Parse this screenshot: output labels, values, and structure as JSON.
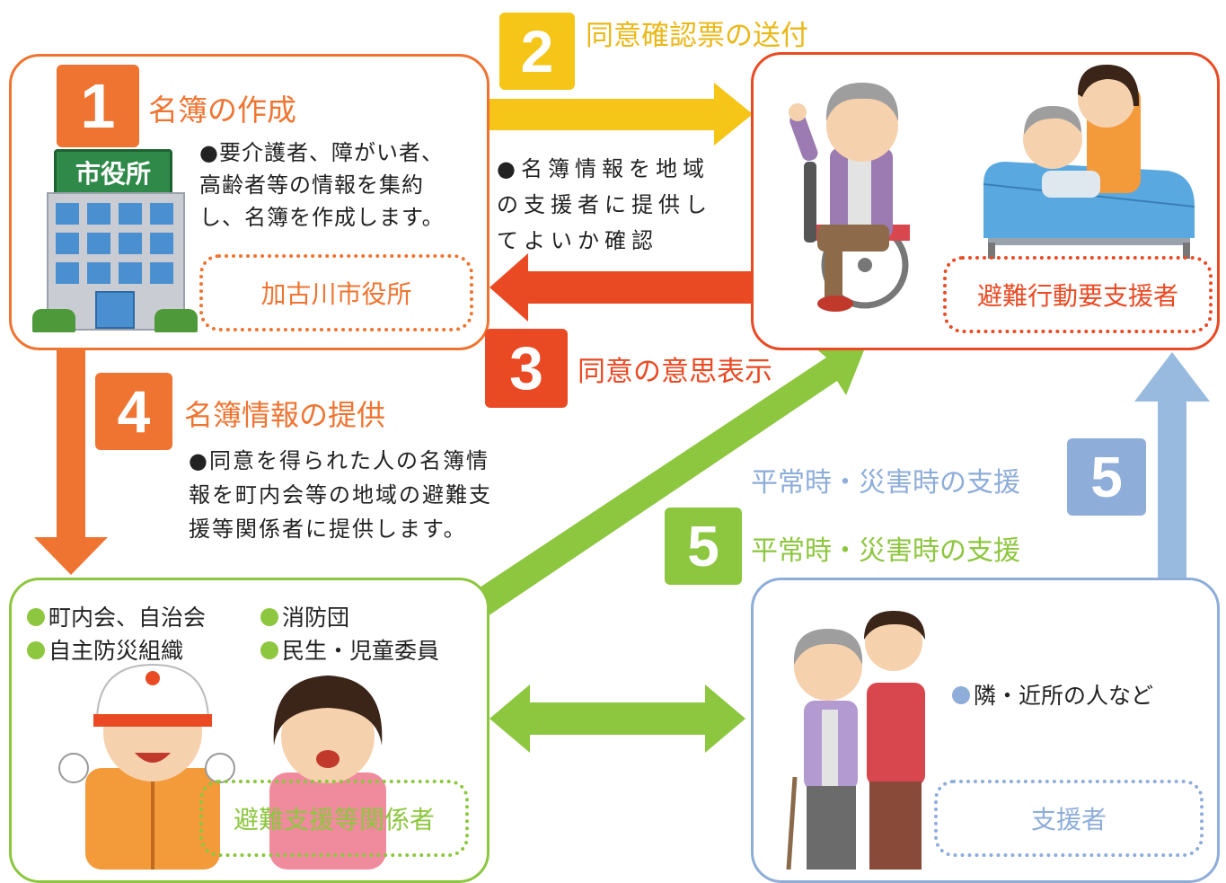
{
  "colors": {
    "orange": "#ef7431",
    "yellow": "#f5c518",
    "red": "#e94a24",
    "green": "#8dc63f",
    "blue": "#8eadd9",
    "building_blue": "#4a8fd0"
  },
  "city_hall": {
    "step_number": "1",
    "step_title": "名簿の作成",
    "building_sign": "市役所",
    "description_lines": [
      "●要介護者、障がい者、",
      "高齢者等の情報を集約",
      "し、名簿を作成します。"
    ],
    "label": "加古川市役所"
  },
  "step2": {
    "number": "2",
    "title": "同意確認票の送付",
    "description_lines": [
      "●名簿情報を地域",
      "の支援者に提供し",
      "てよいか確認"
    ]
  },
  "step3": {
    "number": "3",
    "title": "同意の意思表示"
  },
  "step4": {
    "number": "4",
    "title": "名簿情報の提供",
    "description_lines": [
      "●同意を得られた人の名簿情",
      "報を町内会等の地域の避難支",
      "援等関係者に提供します。"
    ]
  },
  "step5_blue": {
    "number": "5",
    "title": "平常時・災害時の支援"
  },
  "step5_green": {
    "number": "5",
    "title": "平常時・災害時の支援"
  },
  "evacuee_box": {
    "label": "避難行動要支援者"
  },
  "community_box": {
    "items": [
      "町内会、自治会",
      "消防団",
      "自主防災組織",
      "民生・児童委員"
    ],
    "label": "避難支援等関係者"
  },
  "supporter_box": {
    "description": "隣・近所の人など",
    "label": "支援者"
  }
}
